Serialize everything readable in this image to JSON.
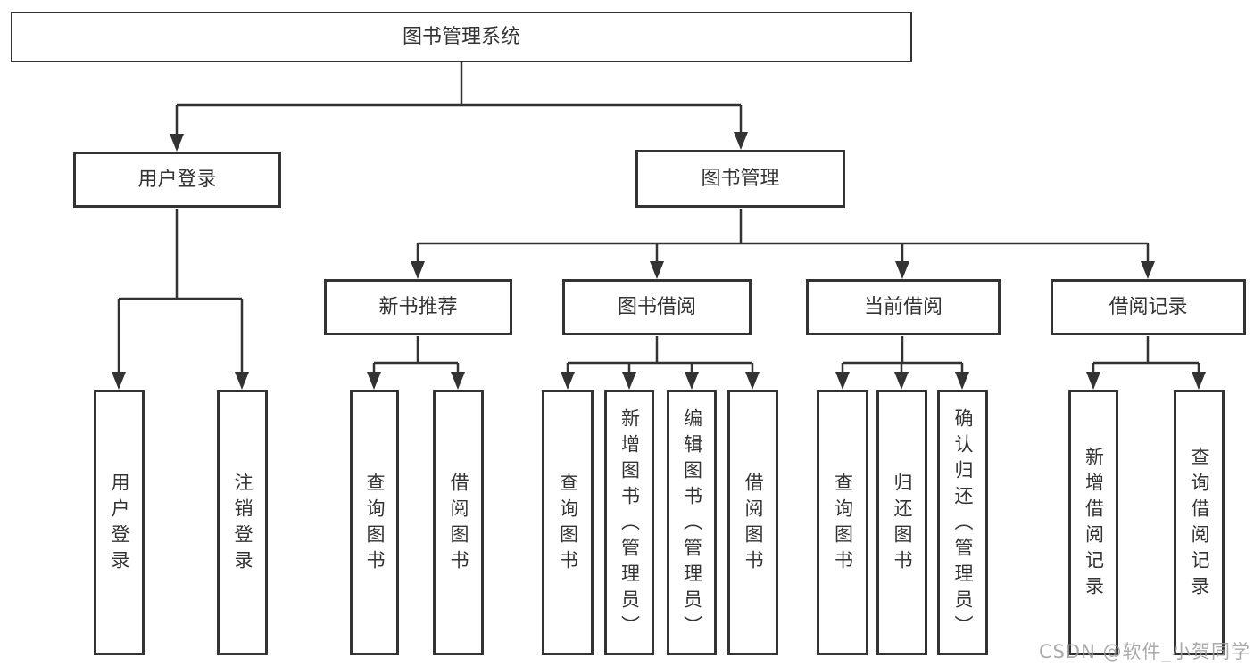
{
  "watermark": "CSDN @软件_小贺同学",
  "tree": {
    "root": {
      "label": "图书管理系统"
    },
    "branches": [
      {
        "label": "用户登录",
        "leaves": [
          {
            "label": "用户登录"
          },
          {
            "label": "注销登录"
          }
        ]
      },
      {
        "label": "图书管理",
        "children": [
          {
            "label": "新书推荐",
            "leaves": [
              {
                "label": "查询图书"
              },
              {
                "label": "借阅图书"
              }
            ]
          },
          {
            "label": "图书借阅",
            "leaves": [
              {
                "label": "查询图书"
              },
              {
                "label": "新增图书（管理员）"
              },
              {
                "label": "编辑图书（管理员）"
              },
              {
                "label": "借阅图书"
              }
            ]
          },
          {
            "label": "当前借阅",
            "leaves": [
              {
                "label": "查询图书"
              },
              {
                "label": "归还图书"
              },
              {
                "label": "确认归还（管理员）"
              }
            ]
          },
          {
            "label": "借阅记录",
            "leaves": [
              {
                "label": "新增借阅记录"
              },
              {
                "label": "查询借阅记录"
              }
            ]
          }
        ]
      }
    ]
  }
}
